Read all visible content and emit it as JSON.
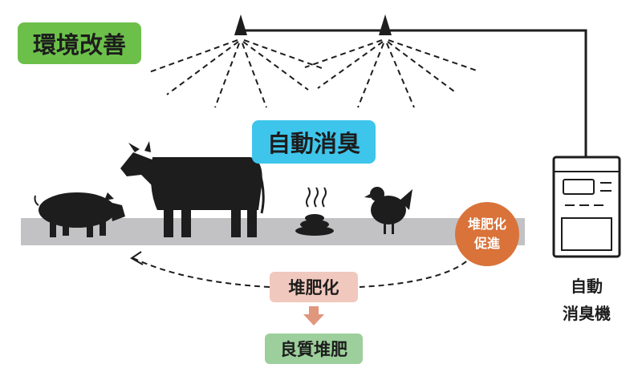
{
  "labels": {
    "environment": "環境改善",
    "auto_deodorize": "自動消臭",
    "compost_promote_line1": "堆肥化",
    "compost_promote_line2": "促進",
    "compost": "堆肥化",
    "quality_compost": "良質堆肥",
    "machine_line1": "自動",
    "machine_line2": "消臭機"
  },
  "icons": [
    "sprinkler-icon",
    "sprinkler-icon",
    "spray-mist-icon",
    "pig-icon",
    "cow-icon",
    "manure-icon",
    "chicken-icon",
    "deodorizer-machine-icon",
    "down-arrow-icon",
    "cycle-arrow-icon"
  ],
  "colors": {
    "environment_box": "#6cc04a",
    "deodorize_box": "#3ec5ec",
    "compost_box": "#f0c8bd",
    "quality_box": "#9ccf9b",
    "promote_circle": "#d9733a",
    "floor": "#c2c2c4",
    "arrow": "#e1967e",
    "silhouette": "#1d1d1d"
  }
}
